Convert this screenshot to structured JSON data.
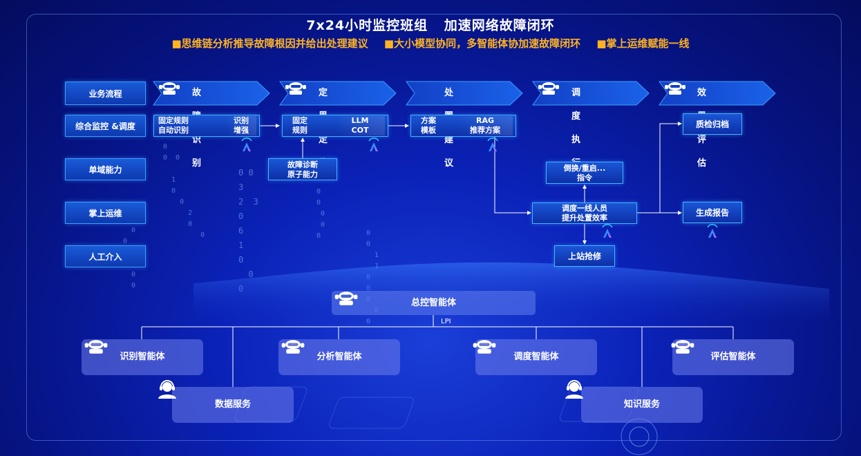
{
  "header": {
    "title_part1": "7x24小时监控班组",
    "title_part2": "加速网络故障闭环",
    "subtitle_1": "■思维链分析推导故障根因并给出处理建议",
    "subtitle_2": "■大小模型协同，多智能体协加速故障闭环",
    "subtitle_3": "■掌上运维赋能一线"
  },
  "row_labels": [
    "业务流程",
    "综合监控 &调度",
    "单域能力",
    "掌上运维",
    "人工介入"
  ],
  "flow_steps": [
    "故障识别",
    "定界定位",
    "处置建议",
    "调度执行",
    "效果评估"
  ],
  "boxes": {
    "identify_left": "固定规则\n自动识别",
    "identify_right": "识别\n增强",
    "locate_left": "固定\n规则",
    "locate_right": "LLM\nCOT",
    "suggest_left": "方案\n模板",
    "suggest_right": "RAG\n推荐方案",
    "diag_atom": "故障诊断\n原子能力",
    "switch_cmd": "倒换/重启...\n指令",
    "dispatch": "调度一线人员\n提升处置效率",
    "onsite": "上站抢修",
    "qc_archive": "质检归档",
    "report": "生成报告"
  },
  "agents": {
    "master": "总控智能体",
    "link_label": "LPI",
    "identify": "识别智能体",
    "analyze": "分析智能体",
    "dispatch": "调度智能体",
    "evaluate": "评估智能体",
    "data_service": "数据服务",
    "knowledge_service": "知识服务"
  },
  "colors": {
    "accent_orange": "#ffb321",
    "box_border": "#43b4ff",
    "background": "#0b22b8"
  }
}
